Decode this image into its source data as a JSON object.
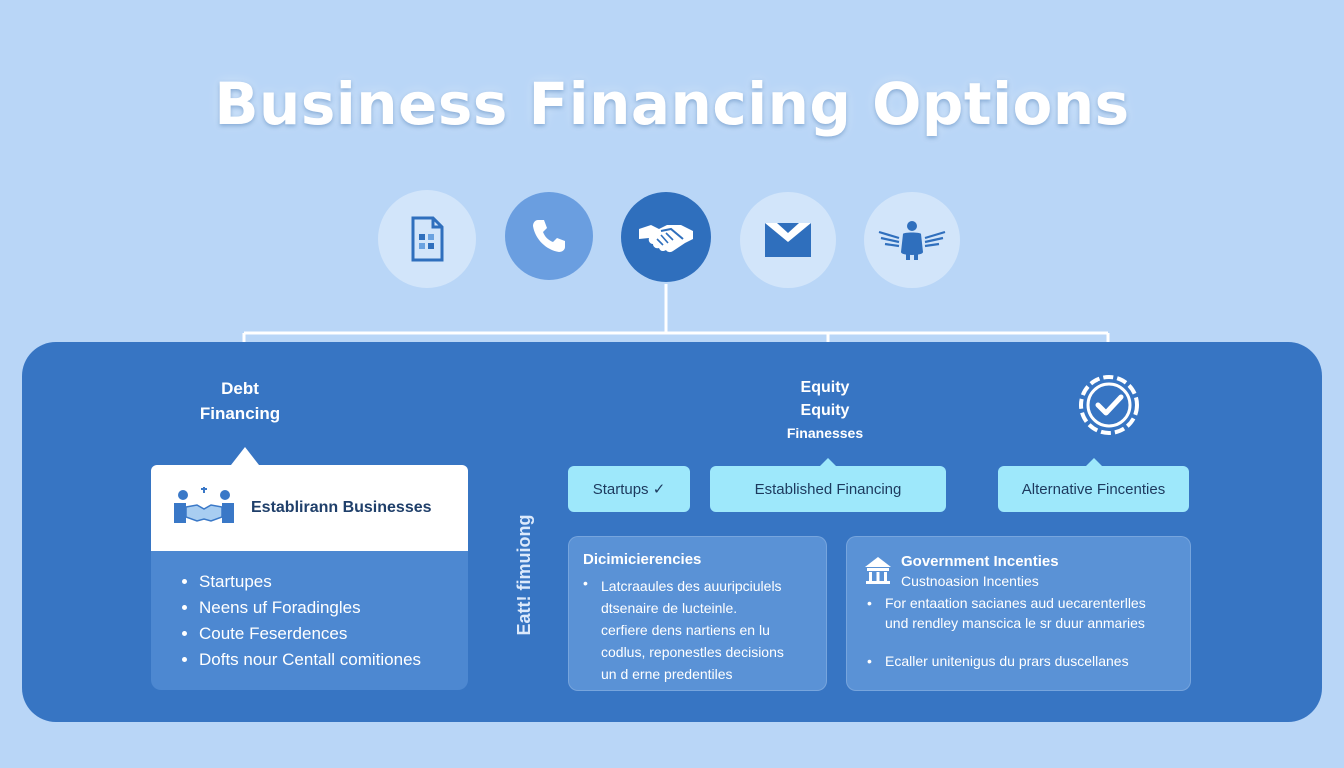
{
  "title": "Business Financing Options",
  "icons": [
    "document-icon",
    "phone-icon",
    "handshake-icon",
    "envelope-icon",
    "winged-person-icon"
  ],
  "colors": {
    "background": "#b9d6f7",
    "panel": "#3775c3",
    "pill": "#9ee8fb",
    "box": "#5a92d6",
    "accent": "#2f6fbd"
  },
  "debt": {
    "label_line1": "Debt",
    "label_line2": "Financing",
    "card_title": "Establirann Businesses",
    "items": [
      "Startupes",
      "Neens uf Foradingles",
      "Coute Feserdences",
      "Dofts nour Centall comitiones"
    ]
  },
  "equity": {
    "label_line1": "Equity",
    "label_line2": "Equity",
    "label_line3": "Finanesses"
  },
  "vertical_text": "Eatt! fimuiong",
  "pills": [
    "Startups ✓",
    "Established Financing",
    "Alternative Fincenties"
  ],
  "box1": {
    "title": "Dicimicierencies",
    "bullet": "•",
    "lines": [
      "Latcraaules des auuripciulels",
      "dtsenaire de lucteinle.",
      "cerfiere dens nartiens en lu",
      "codlus, reponestles decisions",
      "un d erne predentiles"
    ]
  },
  "box2": {
    "title": "Government Incenties",
    "subtitle": "Custnoasion Incenties",
    "line1": "For entaation sacianes aud uecarenterlles",
    "line2": "und rendley manscica le sr duur anmaries",
    "line3": "Ecaller unitenigus du prars duscellanes",
    "bullet": "•"
  }
}
